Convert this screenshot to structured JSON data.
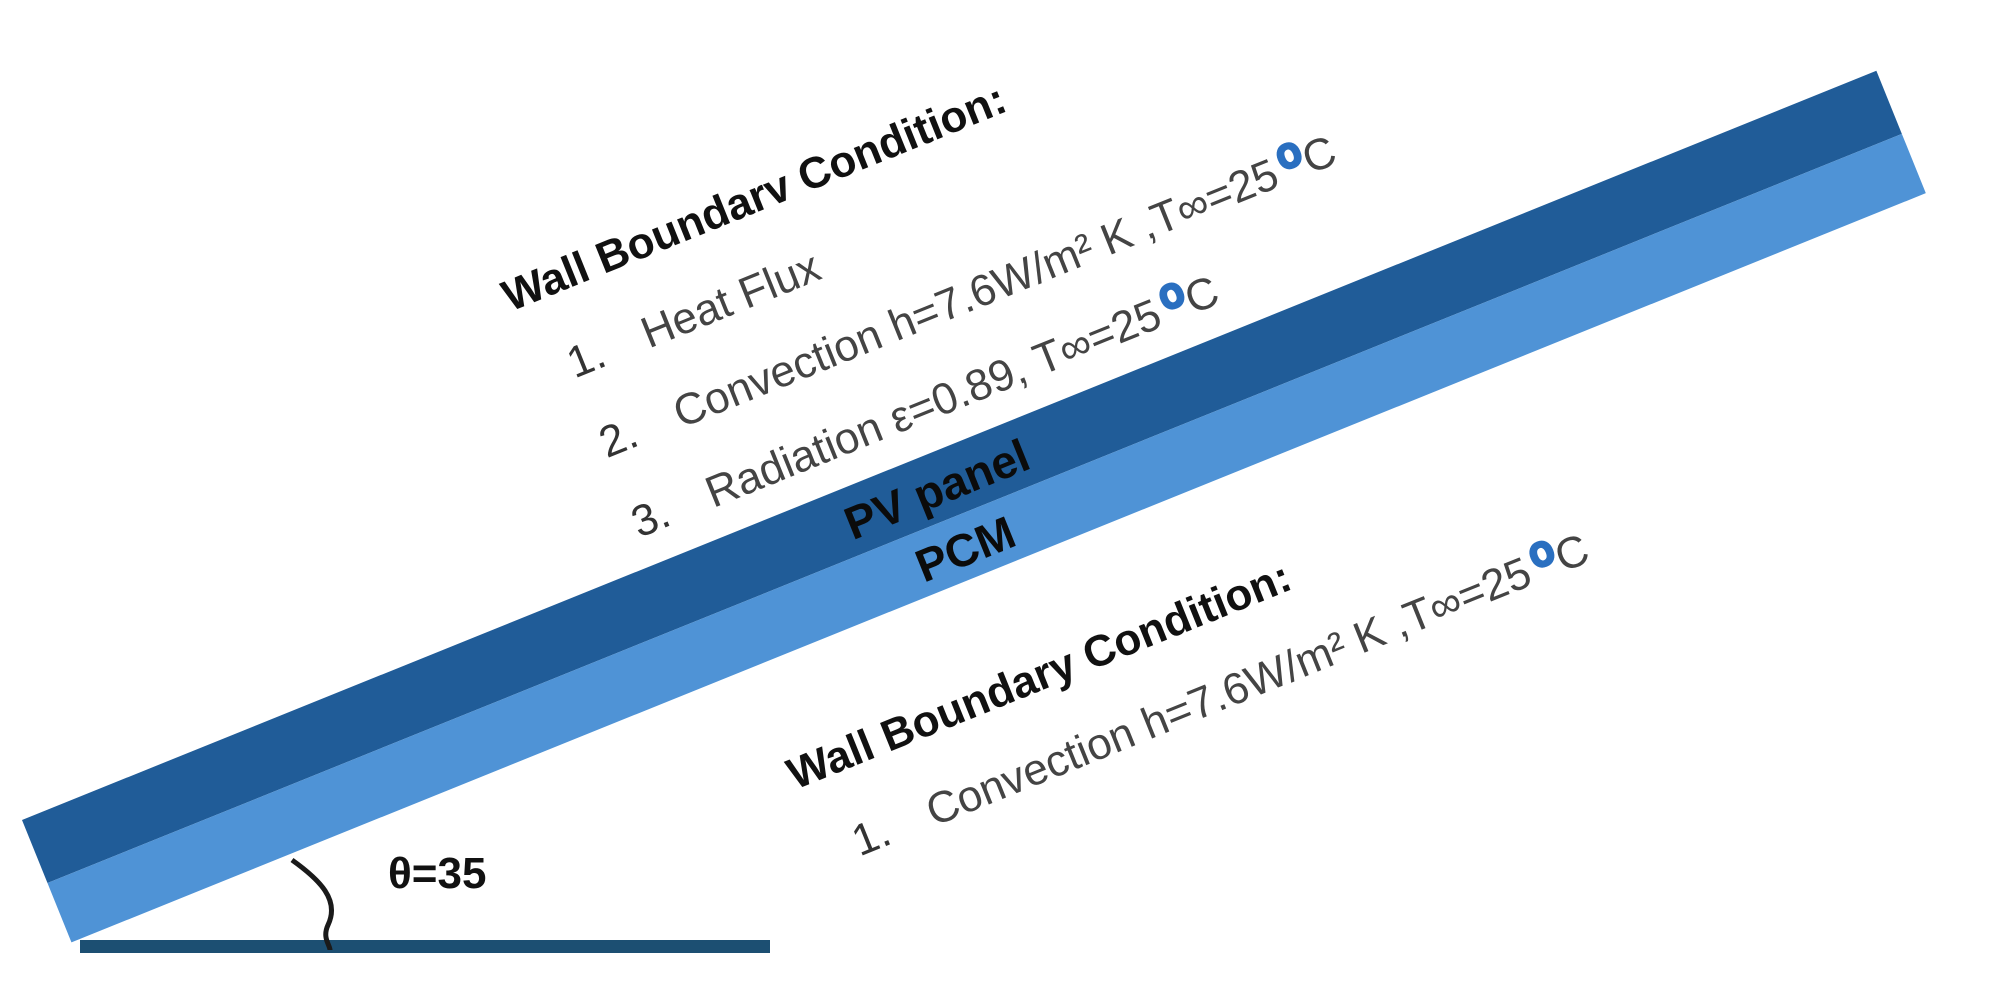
{
  "colors": {
    "pv_layer": "#205c98",
    "pcm_layer": "#4f93d6",
    "ground": "#1c4f72",
    "text": "#111111",
    "degree_ring": "#2a6fc0"
  },
  "angle_label": "θ=35",
  "layers": {
    "pv": "PV panel",
    "pcm": "PCM"
  },
  "top_boundary": {
    "title": "Wall Boundarv Condition:",
    "items": [
      {
        "num": "1.",
        "text": "Heat Flux"
      },
      {
        "num": "2.",
        "text": "Convection h=7.6W/m² K ,T∞=25",
        "unit": "C"
      },
      {
        "num": "3.",
        "text": "Radiation ε=0.89, T∞=25",
        "unit": "C"
      }
    ]
  },
  "bottom_boundary": {
    "title": "Wall Boundary Condition:",
    "items": [
      {
        "num": "1.",
        "text": "Convection h=7.6W/m² K ,T∞=25",
        "unit": "C"
      }
    ]
  }
}
